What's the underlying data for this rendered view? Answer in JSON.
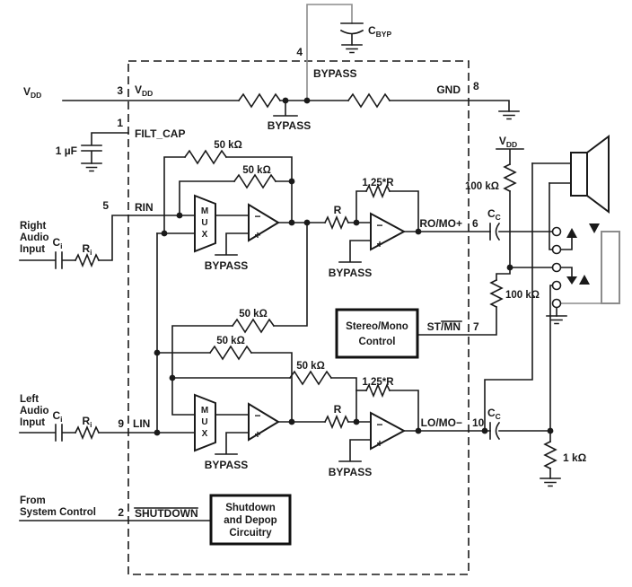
{
  "power": {
    "vdd_left": {
      "main": "V",
      "sub": "DD"
    },
    "pin3": "3",
    "vdd_pin": {
      "main": "V",
      "sub": "DD"
    },
    "gnd": "GND",
    "pin8": "8",
    "vdd_right": {
      "main": "V",
      "sub": "DD"
    }
  },
  "bypass": {
    "pin4": "4",
    "pin_label": "BYPASS",
    "cap_label": {
      "main": "C",
      "sub": "BYP"
    },
    "tap_label": "BYPASS"
  },
  "filt": {
    "pin1": "1",
    "pin_label": "FILT_CAP",
    "cap_value": "1 µF"
  },
  "input_right": {
    "lines": [
      "Right",
      "Audio",
      "Input"
    ],
    "cap": {
      "main": "C",
      "sub": "i"
    },
    "res": {
      "main": "R",
      "sub": "i"
    },
    "pin": "5",
    "pin_label": "RIN"
  },
  "input_left": {
    "lines": [
      "Left",
      "Audio",
      "Input"
    ],
    "cap": {
      "main": "C",
      "sub": "i"
    },
    "res": {
      "main": "R",
      "sub": "i"
    },
    "pin": "9",
    "pin_label": "LIN"
  },
  "resistors": {
    "r50_a": "50 kΩ",
    "r50_b": "50 kΩ",
    "r50_c": "50 kΩ",
    "r50_d": "50 kΩ",
    "r50_e": "50 kΩ",
    "r_right": "R",
    "r125_right": "1.25*R",
    "r_left": "R",
    "r125_left": "1.25*R",
    "r100k_top": "100 kΩ",
    "r100k_mid": "100 kΩ",
    "r1k": "1 kΩ"
  },
  "mux": {
    "letters": [
      "M",
      "U",
      "X"
    ]
  },
  "amp": {
    "minus": "−",
    "plus": "+",
    "bypass": "BYPASS"
  },
  "out_right": {
    "pin_label": "RO/MO+",
    "pin": "6",
    "cap": {
      "main": "C",
      "sub": "C"
    }
  },
  "out_left": {
    "pin_label": "LO/MO−",
    "pin": "10",
    "cap": {
      "main": "C",
      "sub": "C"
    }
  },
  "stereo_mono": {
    "box": [
      "Stereo/Mono",
      "Control"
    ],
    "pin_label_a": "ST/",
    "pin_label_b": "MN",
    "pin": "7"
  },
  "shutdown": {
    "src": [
      "From",
      "System Control"
    ],
    "pin": "2",
    "pin_label": "SHUTDOWN",
    "box": [
      "Shutdown",
      "and Depop",
      "Circuitry"
    ]
  },
  "colors": {
    "wire": "#1a1a1a",
    "gray": "#8c8c8c",
    "background": "#ffffff"
  }
}
